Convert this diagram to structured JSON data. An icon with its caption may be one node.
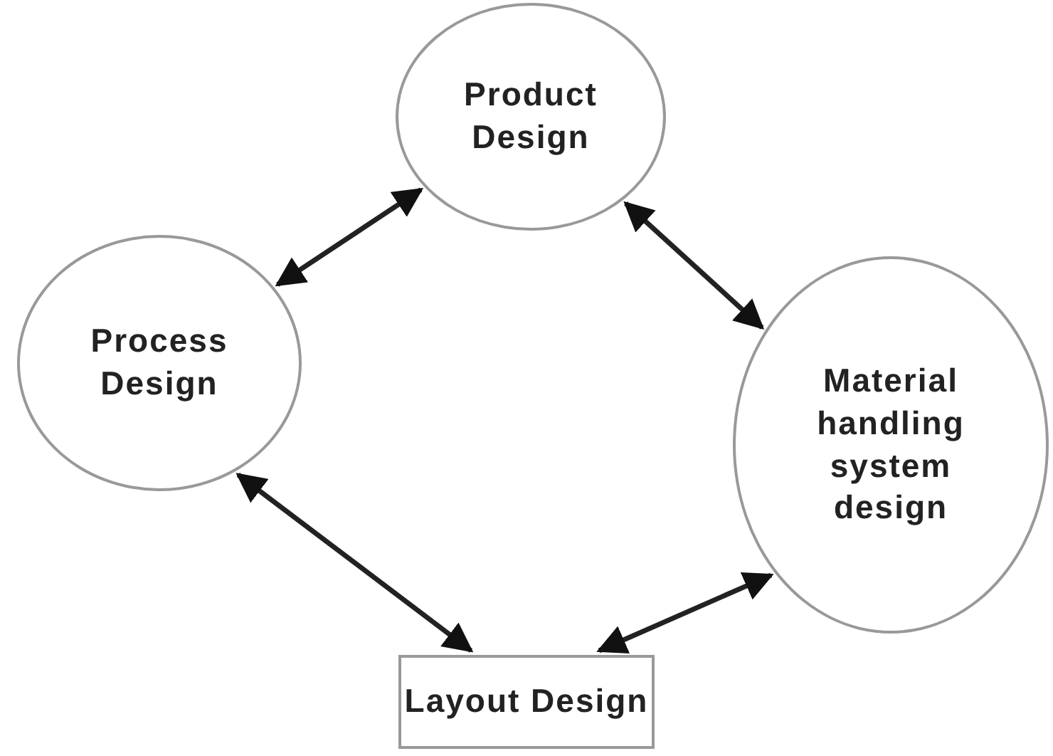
{
  "diagram": {
    "nodes": [
      {
        "text": [
          "Product Design"
        ]
      },
      {
        "text": [
          "Process Design"
        ]
      },
      {
        "text": [
          "Material handling system design"
        ]
      },
      {
        "text": [
          "Layout Design"
        ]
      }
    ],
    "edges": [
      {
        "from": 0,
        "to": 1,
        "arrow": "both"
      },
      {
        "from": 0,
        "to": 2,
        "arrow": "both"
      },
      {
        "from": 1,
        "to": 3,
        "arrow": "both"
      },
      {
        "from": 2,
        "to": 3,
        "arrow": "both"
      }
    ]
  }
}
